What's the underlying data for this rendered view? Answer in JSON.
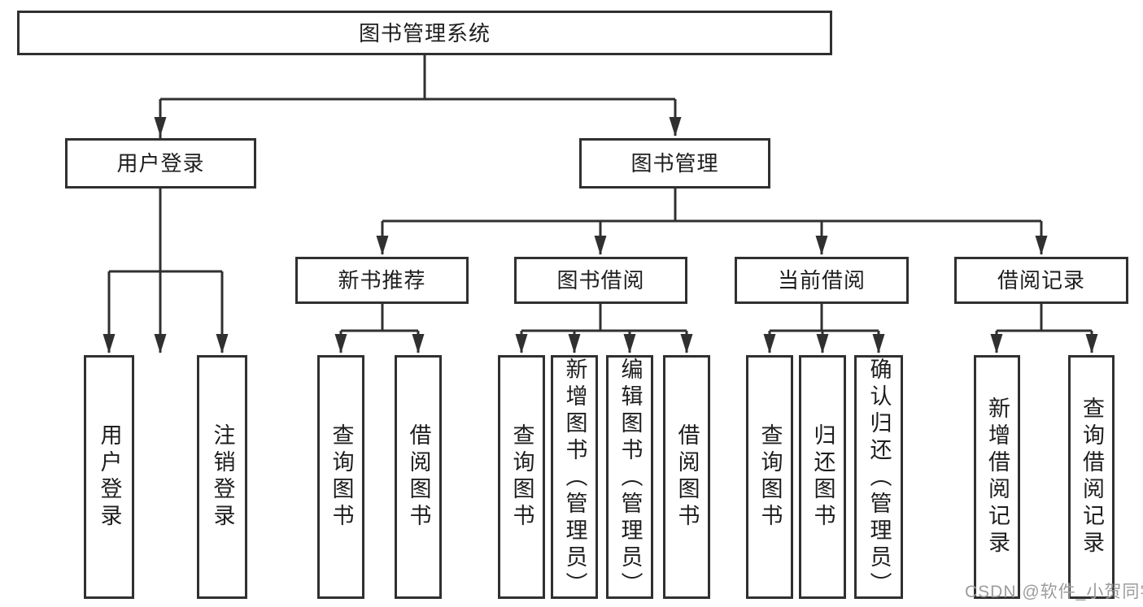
{
  "watermark": "CSDN @软件_小贺同学",
  "colors": {
    "line": "#303030",
    "box_background": "#ffffff",
    "text": "#1e1e1e",
    "watermark": "#9c9c9c"
  },
  "tree": {
    "label": "图书管理系统",
    "children": [
      {
        "label": "用户登录",
        "children": [
          {
            "label": "用户登录"
          },
          {
            "label": "注销登录"
          }
        ]
      },
      {
        "label": "图书管理",
        "children": [
          {
            "label": "新书推荐",
            "children": [
              {
                "label": "查询图书"
              },
              {
                "label": "借阅图书"
              }
            ]
          },
          {
            "label": "图书借阅",
            "children": [
              {
                "label": "查询图书"
              },
              {
                "label": "新增图书（管理员）"
              },
              {
                "label": "编辑图书（管理员）"
              },
              {
                "label": "借阅图书"
              }
            ]
          },
          {
            "label": "当前借阅",
            "children": [
              {
                "label": "查询图书"
              },
              {
                "label": "归还图书"
              },
              {
                "label": "确认归还（管理员）"
              }
            ]
          },
          {
            "label": "借阅记录",
            "children": [
              {
                "label": "新增借阅记录"
              },
              {
                "label": "查询借阅记录"
              }
            ]
          }
        ]
      }
    ]
  }
}
